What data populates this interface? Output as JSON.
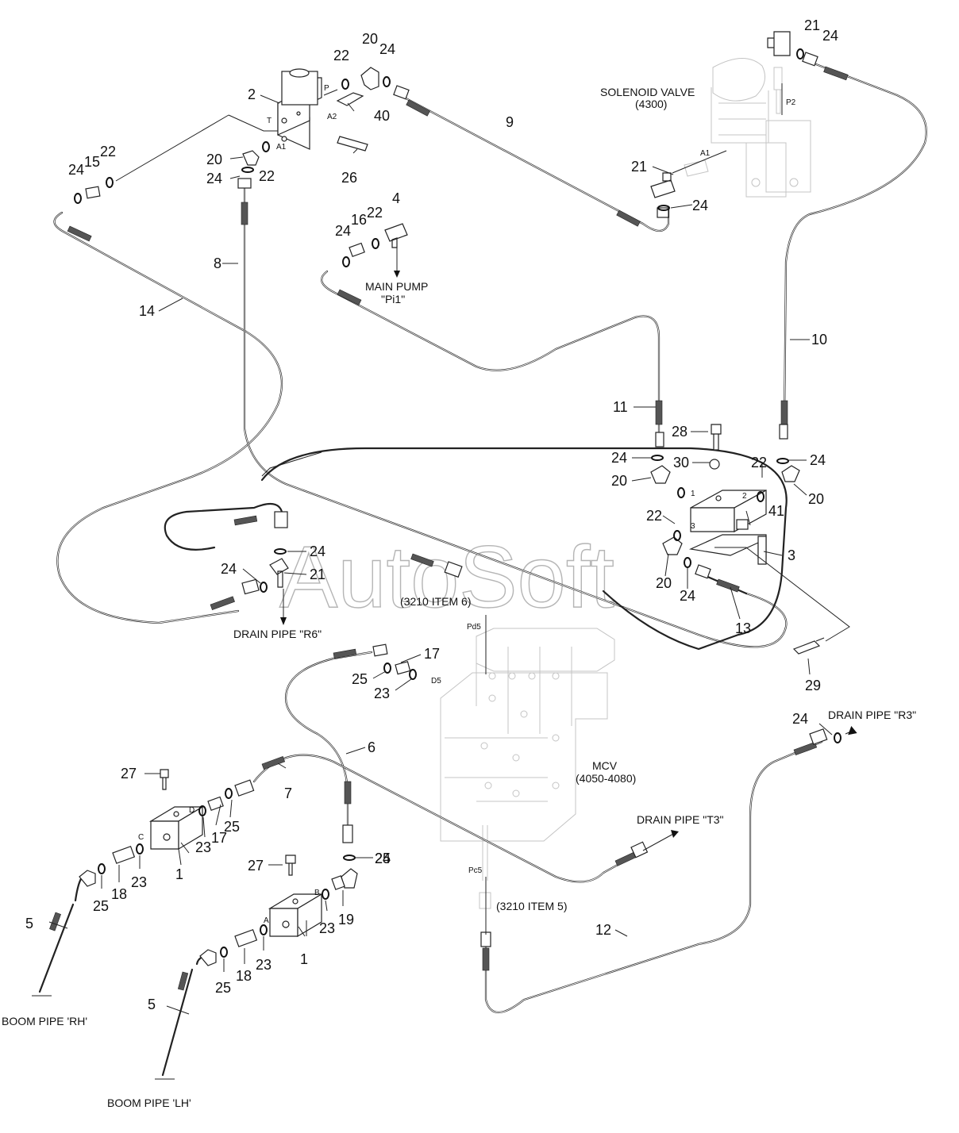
{
  "watermark": "AutoSoft",
  "labels": {
    "solenoid_valve": "SOLENOID VALVE",
    "solenoid_valve_ref": "(4300)",
    "main_pump": "MAIN PUMP",
    "main_pump_port": "\"Pi1\"",
    "drain_r6": "DRAIN PIPE \"R6\"",
    "drain_r3": "DRAIN PIPE \"R3\"",
    "drain_t3": "DRAIN PIPE \"T3\"",
    "mcv": "MCV",
    "mcv_ref": "(4050-4080)",
    "item6_ref": "(3210 ITEM 6)",
    "item5_ref": "(3210 ITEM 5)",
    "boom_rh": "BOOM PIPE 'RH'",
    "boom_lh": "BOOM PIPE 'LH'"
  },
  "ports": {
    "p": "P",
    "t": "T",
    "a1": "A1",
    "a2": "A2",
    "p2": "P2",
    "a1b": "A1",
    "pd5": "Pd5",
    "d5": "D5",
    "pc5": "Pc5",
    "p1": "1",
    "p2n": "2",
    "p3": "3",
    "d": "D",
    "c": "C",
    "b": "B",
    "a": "A"
  },
  "callouts": {
    "c20a": "20",
    "c24a": "24",
    "c22a": "22",
    "c2": "2",
    "c40": "40",
    "c20b": "20",
    "c24b": "24",
    "c22b": "22",
    "c26": "26",
    "c24c": "24",
    "c15": "15",
    "c22c": "22",
    "c21a": "21",
    "c24d": "24",
    "c9": "9",
    "c21b": "21",
    "c24e": "24",
    "c4": "4",
    "c22d": "22",
    "c16": "16",
    "c24f": "24",
    "c8": "8",
    "c14": "14",
    "c10": "10",
    "c11": "11",
    "c28": "28",
    "c24g": "24",
    "c30": "30",
    "c22e": "22",
    "c24h": "24",
    "c20c": "20",
    "c20d": "20",
    "c22f": "22",
    "c41": "41",
    "c3": "3",
    "c20e": "20",
    "c24i": "24",
    "c13": "13",
    "c24j": "24",
    "c24k": "24",
    "c21c": "21",
    "c29": "29",
    "c17a": "17",
    "c25a": "25",
    "c23a": "23",
    "c6": "6",
    "c24l": "24",
    "c27a": "27",
    "c7": "7",
    "c1a": "1",
    "c23b": "23",
    "c17b": "17",
    "c25b": "25",
    "c23c": "23",
    "c18a": "18",
    "c25c": "25",
    "c5a": "5",
    "c25d": "25",
    "c27b": "27",
    "c23d": "23",
    "c19": "19",
    "c1b": "1",
    "c23e": "23",
    "c18b": "18",
    "c25e": "25",
    "c5b": "5",
    "c12": "12"
  },
  "icons": [
    "solenoid-valve-icon",
    "elbow-fitting-icon",
    "o-ring-icon",
    "tee-fitting-icon",
    "block-valve-icon",
    "bolt-icon",
    "mcv-block-icon"
  ]
}
